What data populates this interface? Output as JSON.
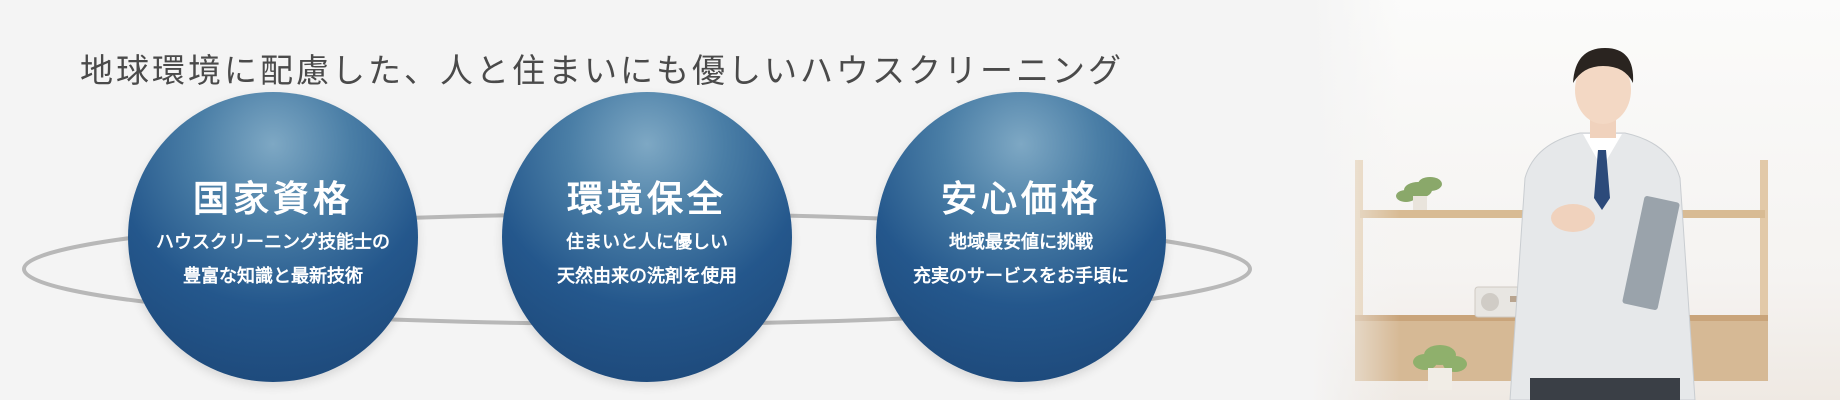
{
  "headline": "地球環境に配慮した、人と住まいにも優しいハウスクリーニング",
  "features": [
    {
      "title": "国家資格",
      "line1": "ハウスクリーニング技能士の",
      "line2": "豊富な知識と最新技術"
    },
    {
      "title": "環境保全",
      "line1": "住まいと人に優しい",
      "line2": "天然由来の洗剤を使用"
    },
    {
      "title": "安心価格",
      "line1": "地域最安値に挑戦",
      "line2": "充実のサービスをお手頃に"
    }
  ],
  "colors": {
    "circle_dark": "#1b4474",
    "circle_light": "#7ea8c4",
    "headline_text": "#4a4a4a",
    "ring": "#b8b8b8"
  },
  "icons": {
    "hero_image": "cleaning-staff-photo"
  }
}
